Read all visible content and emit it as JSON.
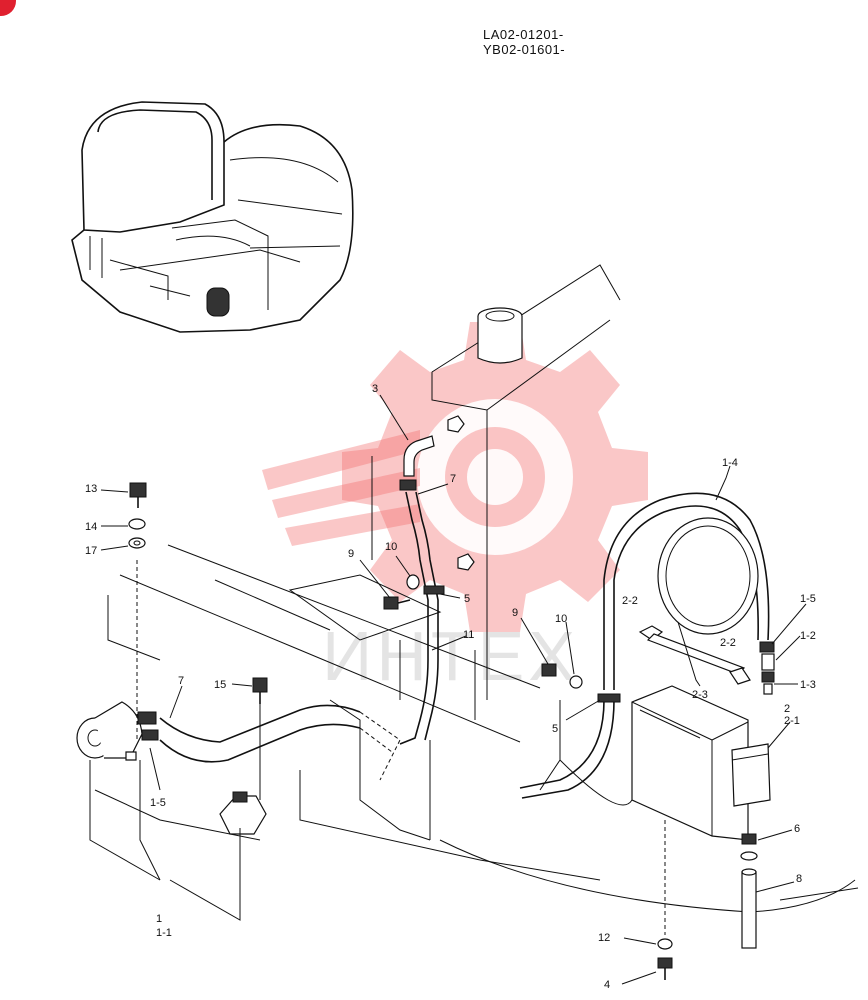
{
  "serial_numbers": [
    "LA02-01201-",
    "YB02-01601-"
  ],
  "watermark_text": "ИНТЕХ",
  "colors": {
    "watermark": "#f26b6b",
    "corner_badge": "#e0202f",
    "line": "#111111"
  },
  "labels": {
    "l1": "1",
    "l1_1": "1-1",
    "l1_2": "1-2",
    "l1_3": "1-3",
    "l1_4": "1-4",
    "l1_5a": "1-5",
    "l1_5b": "1-5",
    "l2": "2",
    "l2_1": "2-1",
    "l2_2a": "2-2",
    "l2_2b": "2-2",
    "l2_3": "2-3",
    "l3": "3",
    "l4": "4",
    "l5a": "5",
    "l5b": "5",
    "l6": "6",
    "l7a": "7",
    "l7b": "7",
    "l8": "8",
    "l9a": "9",
    "l9b": "9",
    "l10a": "10",
    "l10b": "10",
    "l11": "11",
    "l12": "12",
    "l13": "13",
    "l14": "14",
    "l15": "15",
    "l17": "17"
  }
}
